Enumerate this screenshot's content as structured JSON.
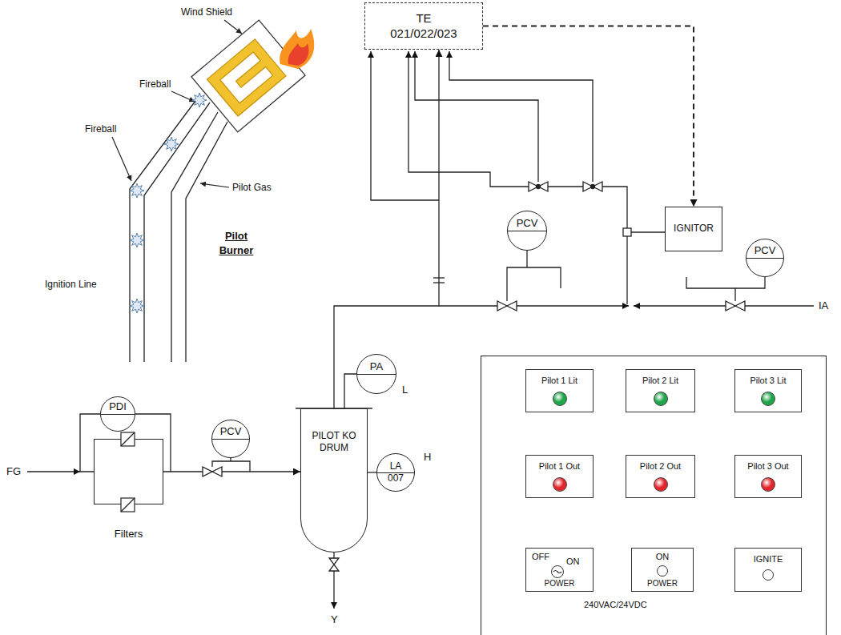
{
  "diagram": {
    "nodes": [
      {
        "text": [
          "TE 021/022/023"
        ]
      },
      {
        "text": [
          "PCV"
        ]
      },
      {
        "text": [
          "IGNITOR"
        ]
      },
      {
        "text": [
          "PCV"
        ]
      },
      {
        "text": [
          "PA",
          "L"
        ]
      },
      {
        "text": [
          "PDI"
        ]
      },
      {
        "text": [
          "PCV"
        ]
      },
      {
        "text": [
          "PILOT KO DRUM"
        ]
      },
      {
        "text": [
          "LA 007",
          "H"
        ]
      },
      {
        "text": [
          "Filters"
        ]
      },
      {
        "text": [
          "240VAC/24VDC"
        ]
      },
      {
        "text": [
          "Pilot 1 Lit"
        ],
        "in": 10
      },
      {
        "text": [
          "Pilot 2 Lit"
        ],
        "in": 10
      },
      {
        "text": [
          "Pilot 3 Lit"
        ],
        "in": 10
      },
      {
        "text": [
          "Pilot 1 Out"
        ],
        "in": 10
      },
      {
        "text": [
          "Pilot 2 Out"
        ],
        "in": 10
      },
      {
        "text": [
          "Pilot 3 Out"
        ],
        "in": 10
      },
      {
        "text": [
          "OFF",
          "ON",
          "POWER"
        ],
        "in": 10
      },
      {
        "text": [
          "ON",
          "POWER"
        ],
        "in": 10
      },
      {
        "text": [
          "IGNITE"
        ],
        "in": 10
      }
    ],
    "edges": [
      {
        "from": 9,
        "to": 7,
        "arrow": "to"
      },
      {
        "from": 7,
        "to": 0,
        "arrow": "to"
      },
      {
        "from": 0,
        "to": 2,
        "arrow": "to"
      },
      {
        "from": 5,
        "to": 9,
        "arrow": "none"
      },
      {
        "from": 4,
        "to": 7,
        "arrow": "none"
      },
      {
        "from": 8,
        "to": 7,
        "arrow": "none"
      }
    ],
    "labels": [
      "Wind Shield",
      "Fireball",
      "Fireball",
      "Pilot Gas",
      "Pilot Burner",
      "Ignition Line",
      "FG",
      "IA",
      "Y"
    ]
  }
}
